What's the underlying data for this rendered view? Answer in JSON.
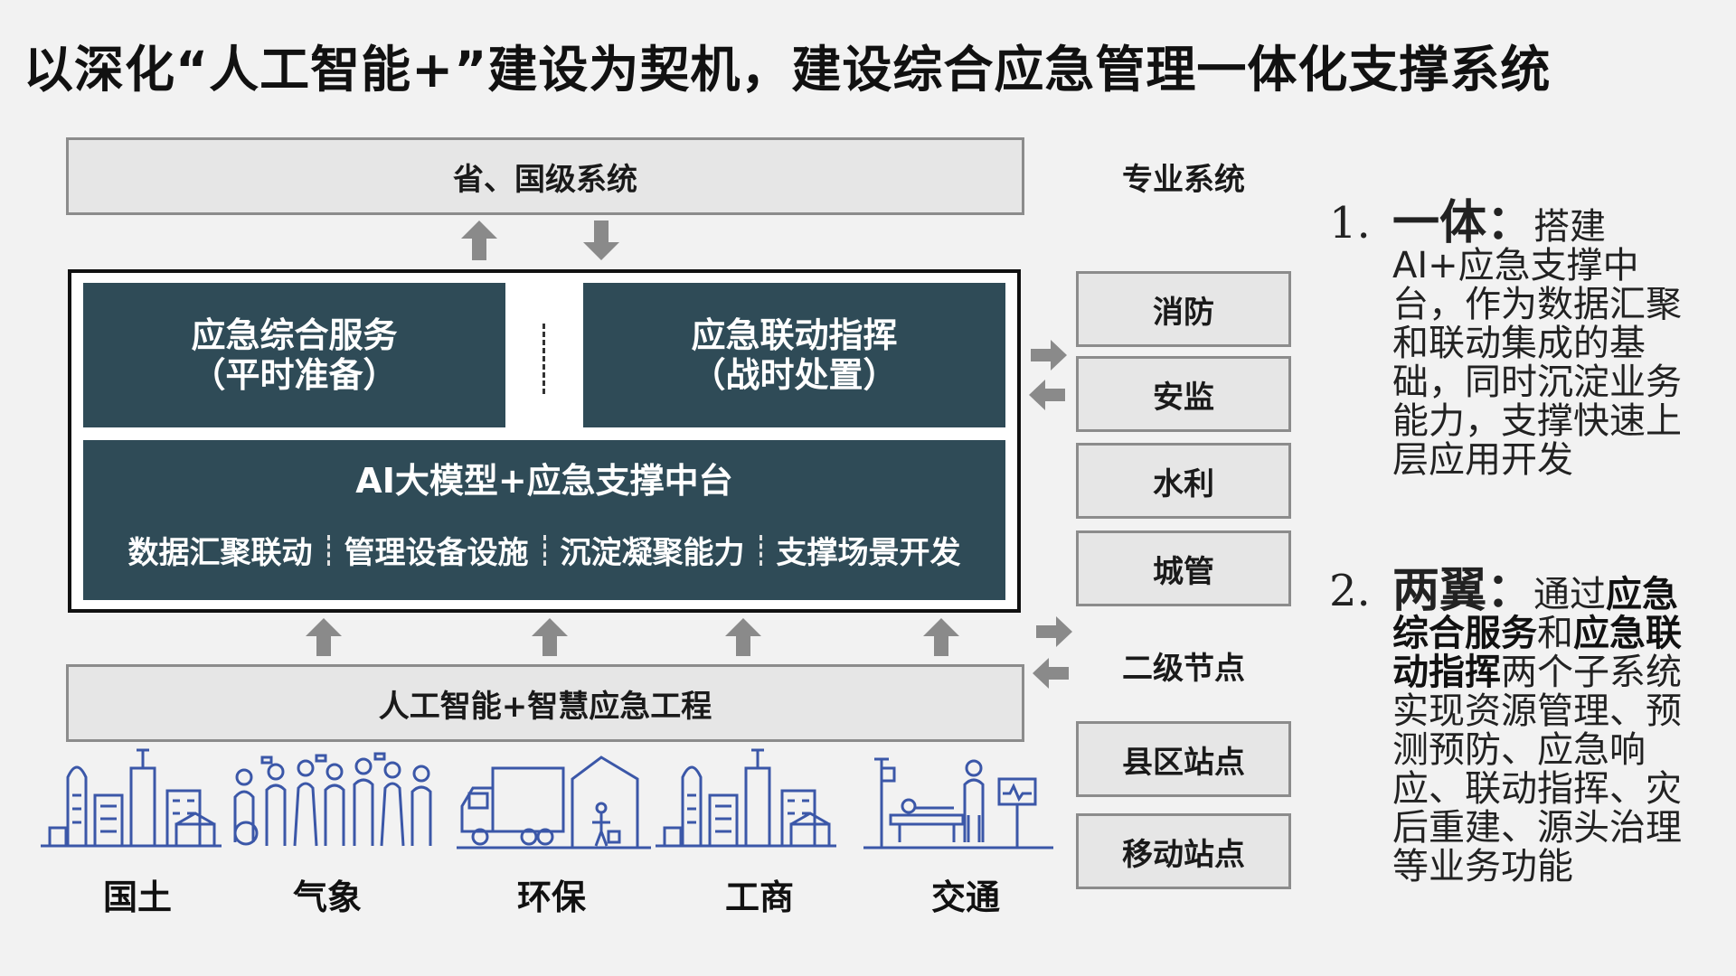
{
  "title": "以深化“人工智能+”建设为契机，建设综合应急管理一体化支撑系统",
  "top_system": "省、国级系统",
  "module_left": {
    "line1": "应急综合服务",
    "line2": "（平时准备）"
  },
  "module_right": {
    "line1": "应急联动指挥",
    "line2": "（战时处置）"
  },
  "platform": {
    "title": "AI大模型+应急支撑中台",
    "capabilities": [
      "数据汇聚联动",
      "管理设备设施",
      "沉淀凝聚能力",
      "支撑场景开发"
    ]
  },
  "bottom_engineering": "人工智能+智慧应急工程",
  "departments": [
    "国土",
    "气象",
    "环保",
    "工商",
    "交通"
  ],
  "right_column": {
    "header": "专业系统",
    "professional": [
      "消防",
      "安监",
      "水利",
      "城管"
    ],
    "secondary_header": "二级节点",
    "sites": [
      "县区站点",
      "移动站点"
    ]
  },
  "notes": [
    {
      "number": "1.",
      "head": "一体：",
      "parts": [
        {
          "t": "搭建AI+应急支撑中台，作为数据汇聚和联动集成的基础，同时沉淀业务能力，支撑快速上层应用开发",
          "b": false
        }
      ]
    },
    {
      "number": "2.",
      "head": "两翼：",
      "parts": [
        {
          "t": "通过",
          "b": false
        },
        {
          "t": "应急综合服务",
          "b": true
        },
        {
          "t": "和",
          "b": false
        },
        {
          "t": "应急联动指挥",
          "b": true
        },
        {
          "t": "两个子系统实现资源管理、预测预防、应急响应、联动指挥、灾后重建、源头治理等业务功能",
          "b": false
        }
      ]
    }
  ],
  "colors": {
    "background": "#f2f2f2",
    "panel_dark": "#2f4b57",
    "box_fill": "#e6e6e6",
    "box_border": "#8c8c8c",
    "arrow": "#8a8a8a",
    "illustration": "#3b57a8"
  },
  "icons": [
    "arrow-up-icon",
    "arrow-down-icon",
    "arrow-right-icon",
    "arrow-left-icon",
    "city-buildings-illustration",
    "people-crowd-illustration",
    "truck-warehouse-illustration",
    "hospital-bed-illustration"
  ]
}
